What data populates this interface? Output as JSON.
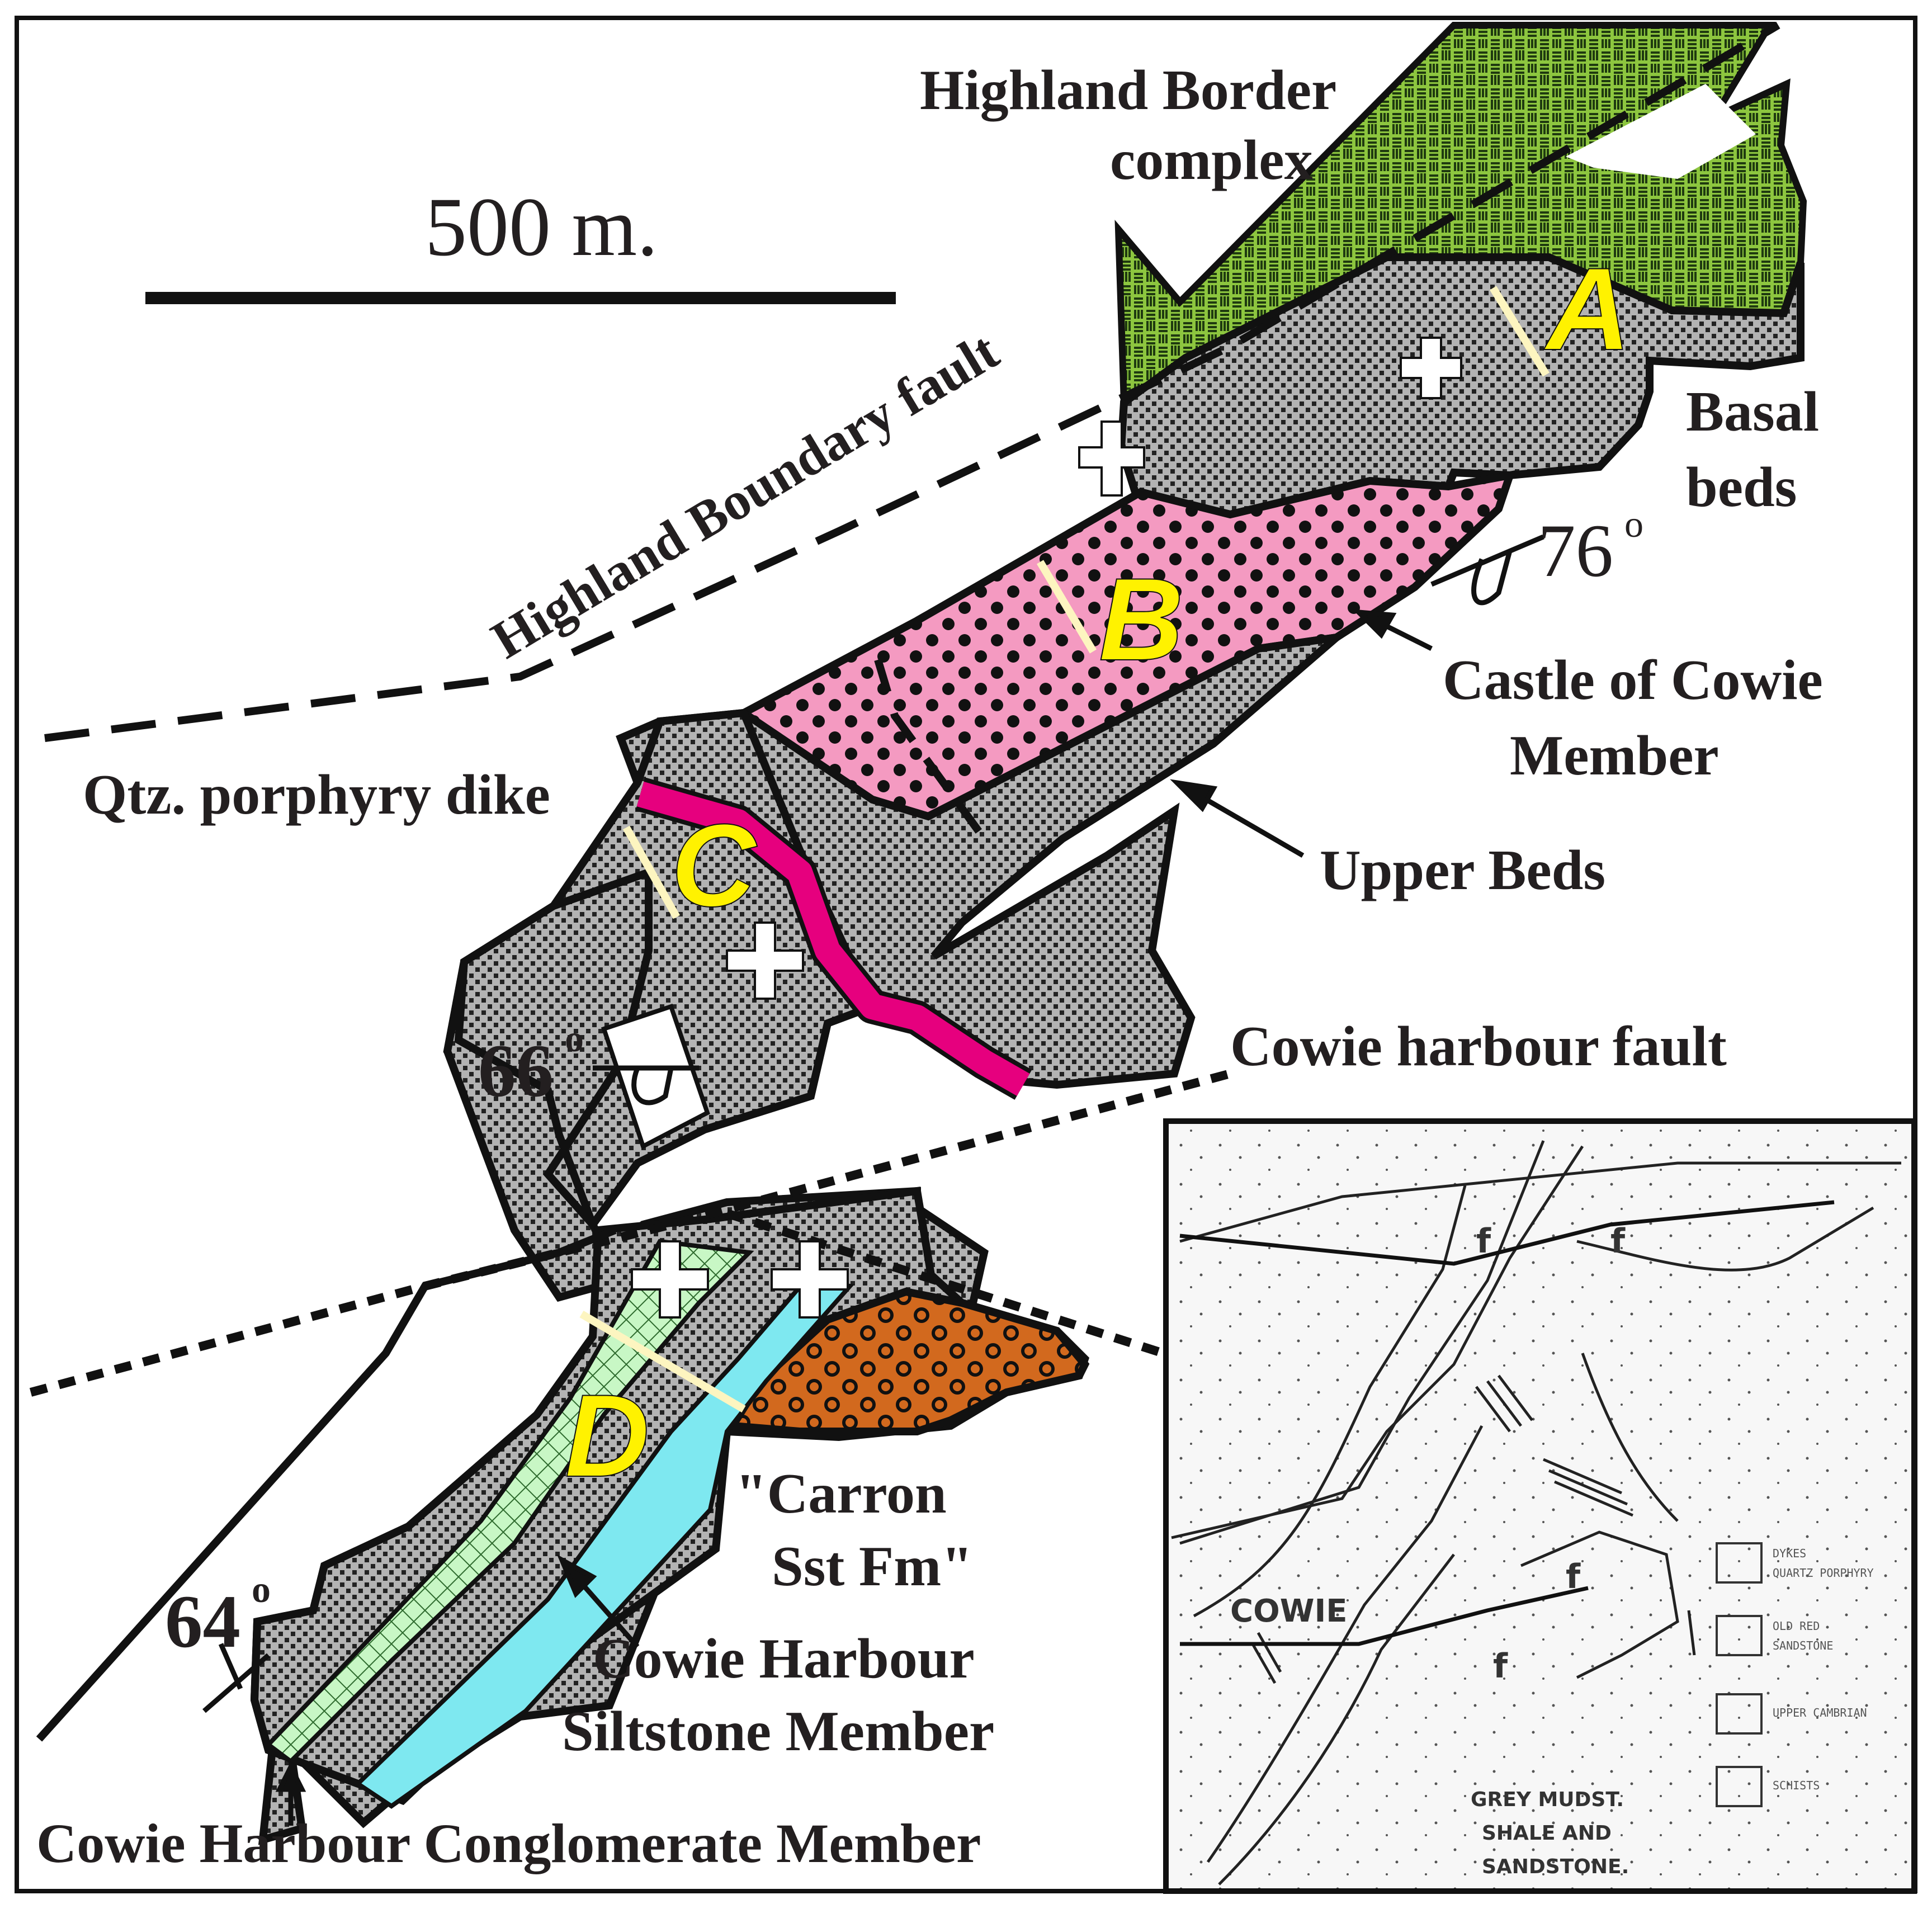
{
  "map": {
    "scale_bar": {
      "label": "500 m."
    },
    "labels": {
      "highland_border_1": "Highland Border",
      "highland_border_2": "complex",
      "highland_boundary_fault": "Highland Boundary fault",
      "basal_1": "Basal",
      "basal_2": "beds",
      "castle_1": "Castle of Cowie",
      "castle_2": "Member",
      "upper_beds": "Upper Beds",
      "qtz_dike": "Qtz. porphyry dike",
      "cowie_harbour_fault": "Cowie harbour fault",
      "carron_1": "\"Carron",
      "carron_2": "Sst Fm\"",
      "siltstone_1": "Cowie Harbour",
      "siltstone_2": "Siltstone Member",
      "conglomerate": "Cowie Harbour Conglomerate Member"
    },
    "dips": {
      "d76": "76",
      "d66": "66",
      "d64": "64",
      "degree": "o"
    },
    "section_letters": {
      "a": "A",
      "b": "B",
      "c": "C",
      "d": "D"
    },
    "inset": {
      "town": "COWIE",
      "fault_marks": [
        "f",
        "f",
        "f",
        "f"
      ],
      "bottom_1": "GREY MUDST.",
      "bottom_2": "SHALE AND",
      "bottom_3": "SANDSTONE.",
      "legend": [
        "DYKES",
        "QUARTZ PORPHYRY",
        "OLD RED",
        "SANDSTONE",
        "UPPER CAMBRIAN",
        "SCHISTS"
      ]
    }
  },
  "colors": {
    "green_complex": "#8dc63f",
    "grey_beds": "#b3b3b3",
    "pink_castle": "#f49ac1",
    "magenta_dike": "#e6007e",
    "orange_carron": "#d2691e",
    "cyan_siltstone": "#7ee8f0",
    "light_green_conglomerate": "#c8f7c5",
    "letter_yellow": "#fff200",
    "section_line": "#fdf5c0"
  }
}
